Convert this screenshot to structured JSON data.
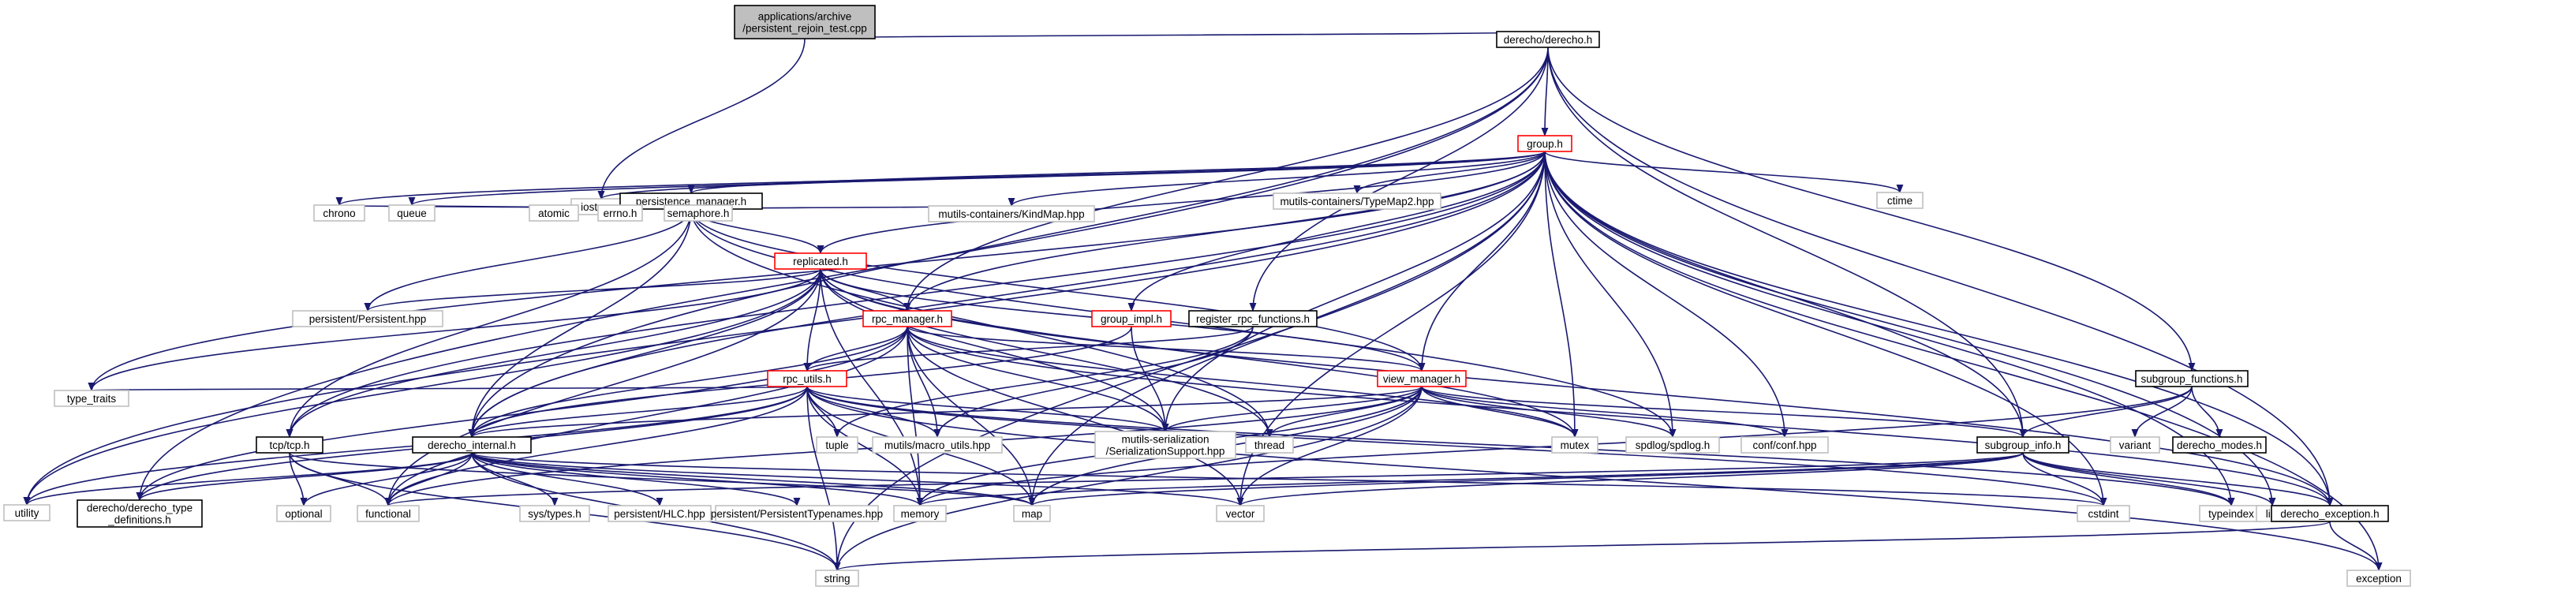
{
  "colors": {
    "edge": "#191970",
    "root_fill": "#bfbfbf",
    "documented_border": "#000000",
    "truncated_border": "#ff0000",
    "external_border": "#bfbfbf",
    "background": "#ffffff"
  },
  "nodes": [
    {
      "id": "root",
      "kind": "root",
      "lines": [
        "applications/archive",
        "/persistent_rejoin_test.cpp"
      ]
    },
    {
      "id": "derecho",
      "kind": "doc",
      "lines": [
        "derecho/derecho.h"
      ]
    },
    {
      "id": "group",
      "kind": "doc-red",
      "lines": [
        "group.h"
      ]
    },
    {
      "id": "iostream",
      "kind": "ext",
      "lines": [
        "iostream"
      ]
    },
    {
      "id": "chrono",
      "kind": "ext",
      "lines": [
        "chrono"
      ]
    },
    {
      "id": "queue",
      "kind": "ext",
      "lines": [
        "queue"
      ]
    },
    {
      "id": "pmgr",
      "kind": "doc",
      "lines": [
        "persistence_manager.h"
      ]
    },
    {
      "id": "atomic",
      "kind": "ext",
      "lines": [
        "atomic"
      ]
    },
    {
      "id": "errno",
      "kind": "ext",
      "lines": [
        "errno.h"
      ]
    },
    {
      "id": "sem",
      "kind": "ext",
      "lines": [
        "semaphore.h"
      ]
    },
    {
      "id": "typemap2",
      "kind": "ext",
      "lines": [
        "mutils-containers/TypeMap2.hpp"
      ]
    },
    {
      "id": "ctime",
      "kind": "ext",
      "lines": [
        "ctime"
      ]
    },
    {
      "id": "kindmap",
      "kind": "ext",
      "lines": [
        "mutils-containers/KindMap.hpp"
      ]
    },
    {
      "id": "replicated",
      "kind": "doc-red",
      "lines": [
        "replicated.h"
      ]
    },
    {
      "id": "persistent",
      "kind": "ext",
      "lines": [
        "persistent/Persistent.hpp"
      ]
    },
    {
      "id": "rpcmgr",
      "kind": "doc-red",
      "lines": [
        "rpc_manager.h"
      ]
    },
    {
      "id": "groupimpl",
      "kind": "doc-red",
      "lines": [
        "group_impl.h"
      ]
    },
    {
      "id": "regrpc",
      "kind": "doc",
      "lines": [
        "register_rpc_functions.h"
      ]
    },
    {
      "id": "rpcutils",
      "kind": "doc-red",
      "lines": [
        "rpc_utils.h"
      ]
    },
    {
      "id": "viewmgr",
      "kind": "doc-red",
      "lines": [
        "view_manager.h"
      ]
    },
    {
      "id": "subfn",
      "kind": "doc",
      "lines": [
        "subgroup_functions.h"
      ]
    },
    {
      "id": "typetraits",
      "kind": "ext",
      "lines": [
        "type_traits"
      ]
    },
    {
      "id": "tcp",
      "kind": "doc",
      "lines": [
        "tcp/tcp.h"
      ]
    },
    {
      "id": "internal",
      "kind": "doc",
      "lines": [
        "derecho_internal.h"
      ]
    },
    {
      "id": "tuple",
      "kind": "ext",
      "lines": [
        "tuple"
      ]
    },
    {
      "id": "macro",
      "kind": "ext",
      "lines": [
        "mutils/macro_utils.hpp"
      ]
    },
    {
      "id": "serial",
      "kind": "ext",
      "lines": [
        "mutils-serialization",
        "/SerializationSupport.hpp"
      ]
    },
    {
      "id": "thread",
      "kind": "ext",
      "lines": [
        "thread"
      ]
    },
    {
      "id": "mutex",
      "kind": "ext",
      "lines": [
        "mutex"
      ]
    },
    {
      "id": "spdlog",
      "kind": "ext",
      "lines": [
        "spdlog/spdlog.h"
      ]
    },
    {
      "id": "conf",
      "kind": "ext",
      "lines": [
        "conf/conf.hpp"
      ]
    },
    {
      "id": "subinfo",
      "kind": "doc",
      "lines": [
        "subgroup_info.h"
      ]
    },
    {
      "id": "variant",
      "kind": "ext",
      "lines": [
        "variant"
      ]
    },
    {
      "id": "modes",
      "kind": "doc",
      "lines": [
        "derecho_modes.h"
      ]
    },
    {
      "id": "utility",
      "kind": "ext",
      "lines": [
        "utility"
      ]
    },
    {
      "id": "typedefs",
      "kind": "doc",
      "lines": [
        "derecho/derecho_type",
        "_definitions.h"
      ]
    },
    {
      "id": "optional",
      "kind": "ext",
      "lines": [
        "optional"
      ]
    },
    {
      "id": "functional",
      "kind": "ext",
      "lines": [
        "functional"
      ]
    },
    {
      "id": "systypes",
      "kind": "ext",
      "lines": [
        "sys/types.h"
      ]
    },
    {
      "id": "hlc",
      "kind": "ext",
      "lines": [
        "persistent/HLC.hpp"
      ]
    },
    {
      "id": "ptypenames",
      "kind": "ext",
      "lines": [
        "persistent/PersistentTypenames.hpp"
      ]
    },
    {
      "id": "memory",
      "kind": "ext",
      "lines": [
        "memory"
      ]
    },
    {
      "id": "map",
      "kind": "ext",
      "lines": [
        "map"
      ]
    },
    {
      "id": "vector",
      "kind": "ext",
      "lines": [
        "vector"
      ]
    },
    {
      "id": "cstdint",
      "kind": "ext",
      "lines": [
        "cstdint"
      ]
    },
    {
      "id": "typeindex",
      "kind": "ext",
      "lines": [
        "typeindex"
      ]
    },
    {
      "id": "list",
      "kind": "ext",
      "lines": [
        "list"
      ]
    },
    {
      "id": "exception_h",
      "kind": "doc",
      "lines": [
        "derecho_exception.h"
      ]
    },
    {
      "id": "string",
      "kind": "ext",
      "lines": [
        "string"
      ]
    },
    {
      "id": "exception",
      "kind": "ext",
      "lines": [
        "exception"
      ]
    }
  ],
  "edges": [
    [
      "root",
      "derecho"
    ],
    [
      "root",
      "iostream"
    ],
    [
      "derecho",
      "group"
    ],
    [
      "derecho",
      "internal"
    ],
    [
      "derecho",
      "typedefs"
    ],
    [
      "derecho",
      "regrpc"
    ],
    [
      "derecho",
      "subfn"
    ],
    [
      "derecho",
      "subinfo"
    ],
    [
      "derecho",
      "exception_h"
    ],
    [
      "derecho",
      "rpcmgr"
    ],
    [
      "group",
      "iostream"
    ],
    [
      "group",
      "chrono"
    ],
    [
      "group",
      "queue"
    ],
    [
      "group",
      "pmgr"
    ],
    [
      "group",
      "typemap2"
    ],
    [
      "group",
      "ctime"
    ],
    [
      "group",
      "kindmap"
    ],
    [
      "group",
      "replicated"
    ],
    [
      "group",
      "rpcmgr"
    ],
    [
      "group",
      "groupimpl"
    ],
    [
      "group",
      "viewmgr"
    ],
    [
      "group",
      "mutex"
    ],
    [
      "group",
      "spdlog"
    ],
    [
      "group",
      "conf"
    ],
    [
      "group",
      "subinfo"
    ],
    [
      "group",
      "typetraits"
    ],
    [
      "group",
      "utility"
    ],
    [
      "group",
      "map"
    ],
    [
      "group",
      "vector"
    ],
    [
      "group",
      "string"
    ],
    [
      "group",
      "list"
    ],
    [
      "group",
      "typeindex"
    ],
    [
      "group",
      "exception_h"
    ],
    [
      "group",
      "exception"
    ],
    [
      "group",
      "cstdint"
    ],
    [
      "group",
      "internal"
    ],
    [
      "group",
      "serial"
    ],
    [
      "group",
      "tcp"
    ],
    [
      "pmgr",
      "chrono"
    ],
    [
      "pmgr",
      "queue"
    ],
    [
      "pmgr",
      "atomic"
    ],
    [
      "pmgr",
      "errno"
    ],
    [
      "pmgr",
      "sem"
    ],
    [
      "pmgr",
      "kindmap"
    ],
    [
      "pmgr",
      "replicated"
    ],
    [
      "pmgr",
      "spdlog"
    ],
    [
      "pmgr",
      "tcp"
    ],
    [
      "pmgr",
      "internal"
    ],
    [
      "pmgr",
      "viewmgr"
    ],
    [
      "pmgr",
      "thread"
    ],
    [
      "pmgr",
      "persistent"
    ],
    [
      "replicated",
      "persistent"
    ],
    [
      "replicated",
      "rpcmgr"
    ],
    [
      "replicated",
      "rpcutils"
    ],
    [
      "replicated",
      "typetraits"
    ],
    [
      "replicated",
      "tcp"
    ],
    [
      "replicated",
      "internal"
    ],
    [
      "replicated",
      "serial"
    ],
    [
      "replicated",
      "utility"
    ],
    [
      "replicated",
      "functional"
    ],
    [
      "replicated",
      "memory"
    ],
    [
      "replicated",
      "mutex"
    ],
    [
      "replicated",
      "thread"
    ],
    [
      "replicated",
      "exception_h"
    ],
    [
      "replicated",
      "viewmgr"
    ],
    [
      "rpcmgr",
      "rpcutils"
    ],
    [
      "rpcmgr",
      "viewmgr"
    ],
    [
      "rpcmgr",
      "internal"
    ],
    [
      "rpcmgr",
      "serial"
    ],
    [
      "rpcmgr",
      "map"
    ],
    [
      "rpcmgr",
      "memory"
    ],
    [
      "rpcmgr",
      "mutex"
    ],
    [
      "rpcmgr",
      "vector"
    ],
    [
      "rpcmgr",
      "functional"
    ],
    [
      "rpcmgr",
      "typedefs"
    ],
    [
      "rpcmgr",
      "exception_h"
    ],
    [
      "rpcmgr",
      "macro"
    ],
    [
      "groupimpl",
      "serial"
    ],
    [
      "groupimpl",
      "internal"
    ],
    [
      "regrpc",
      "rpcutils"
    ],
    [
      "regrpc",
      "macro"
    ],
    [
      "regrpc",
      "tuple"
    ],
    [
      "rpcutils",
      "typetraits"
    ],
    [
      "rpcutils",
      "tuple"
    ],
    [
      "rpcutils",
      "internal"
    ],
    [
      "rpcutils",
      "serial"
    ],
    [
      "rpcutils",
      "macro"
    ],
    [
      "rpcutils",
      "utility"
    ],
    [
      "rpcutils",
      "functional"
    ],
    [
      "rpcutils",
      "memory"
    ],
    [
      "rpcutils",
      "map"
    ],
    [
      "rpcutils",
      "string"
    ],
    [
      "rpcutils",
      "exception"
    ],
    [
      "rpcutils",
      "typedefs"
    ],
    [
      "rpcutils",
      "cstdint"
    ],
    [
      "rpcutils",
      "typeindex"
    ],
    [
      "viewmgr",
      "internal"
    ],
    [
      "viewmgr",
      "serial"
    ],
    [
      "viewmgr",
      "thread"
    ],
    [
      "viewmgr",
      "mutex"
    ],
    [
      "viewmgr",
      "spdlog"
    ],
    [
      "viewmgr",
      "conf"
    ],
    [
      "viewmgr",
      "subinfo"
    ],
    [
      "viewmgr",
      "vector"
    ],
    [
      "viewmgr",
      "map"
    ],
    [
      "viewmgr",
      "memory"
    ],
    [
      "viewmgr",
      "string"
    ],
    [
      "viewmgr",
      "functional"
    ],
    [
      "subfn",
      "subinfo"
    ],
    [
      "subfn",
      "variant"
    ],
    [
      "subfn",
      "modes"
    ],
    [
      "subfn",
      "memory"
    ],
    [
      "subinfo",
      "cstdint"
    ],
    [
      "subinfo",
      "typeindex"
    ],
    [
      "subinfo",
      "list"
    ],
    [
      "subinfo",
      "exception_h"
    ],
    [
      "subinfo",
      "map"
    ],
    [
      "subinfo",
      "memory"
    ],
    [
      "subinfo",
      "vector"
    ],
    [
      "subinfo",
      "functional"
    ],
    [
      "tcp",
      "optional"
    ],
    [
      "tcp",
      "functional"
    ],
    [
      "tcp",
      "string"
    ],
    [
      "tcp",
      "map"
    ],
    [
      "internal",
      "utility"
    ],
    [
      "internal",
      "typedefs"
    ],
    [
      "internal",
      "optional"
    ],
    [
      "internal",
      "functional"
    ],
    [
      "internal",
      "systypes"
    ],
    [
      "internal",
      "hlc"
    ],
    [
      "internal",
      "ptypenames"
    ],
    [
      "internal",
      "memory"
    ],
    [
      "internal",
      "map"
    ],
    [
      "internal",
      "string"
    ],
    [
      "internal",
      "vector"
    ],
    [
      "internal",
      "cstdint"
    ],
    [
      "exception_h",
      "string"
    ],
    [
      "exception_h",
      "exception"
    ]
  ]
}
